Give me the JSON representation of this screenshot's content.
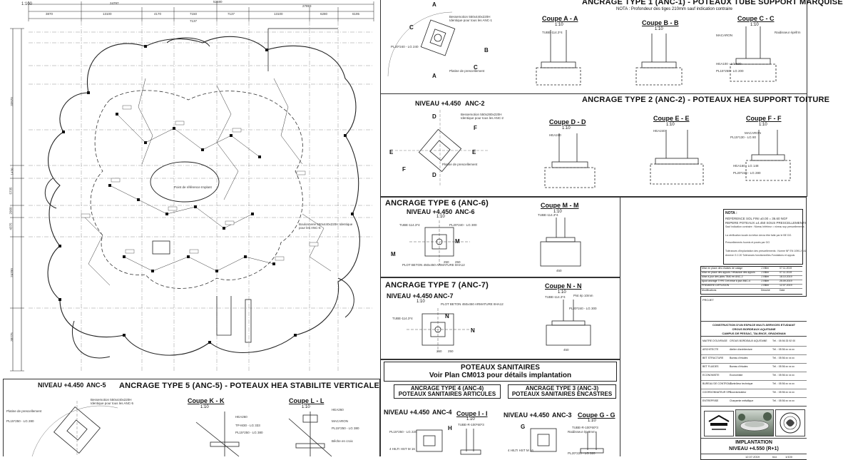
{
  "plan": {
    "scale": "1:100",
    "top_dims": [
      "24797",
      "52680",
      "27893"
    ],
    "row_dims": [
      "3870",
      "13100",
      "4170",
      "7150",
      "7137",
      "13100",
      "6280",
      "6195"
    ],
    "sub_dim": "7137",
    "left_dims": [
      "33970",
      "1430",
      "5735",
      "2960",
      "4375",
      "24700",
      "38775"
    ],
    "ref_note": "Point de référence Implant",
    "bolt_note": "Boulonnerie 550x440x220H Identique pour les ANC-5"
  },
  "anc1": {
    "title": "ANCRAGE TYPE 1 (ANC-1) - POTEAUX TUBE SUPPORT MARQUISE",
    "note": "NOTA : Profondeur des tiges 210mm sauf indication contraire",
    "cuts": [
      {
        "title": "Coupe A - A",
        "scale": "1:10"
      },
      {
        "title": "Coupe B - B",
        "scale": "1:10"
      },
      {
        "title": "Coupe C - C",
        "scale": "1:10"
      }
    ],
    "labels": [
      "TUBE-114.3*4",
      "PL20*240 - LG 240",
      "HEA100 - LG 500",
      "PL15*250 - LG 200",
      "Raidisseur épéfrm",
      "MACARON",
      "Platine de prescellement",
      "Bessemotion 550x440x220H Identique pour tous les ANC-1"
    ]
  },
  "anc2": {
    "title": "ANCRAGE TYPE 2 (ANC-2) - POTEAUX HEA SUPPORT TOITURE",
    "level": "NIVEAU +4.450",
    "code": "ANC-2",
    "cuts": [
      {
        "title": "Coupe D - D",
        "scale": "1:10"
      },
      {
        "title": "Coupe E - E",
        "scale": "1:10"
      },
      {
        "title": "Coupe F - F",
        "scale": "1:10"
      }
    ],
    "labels": [
      "HEA240",
      "HEA240",
      "MACARON",
      "PL15*130 - LG 80",
      "HEA160 - LG 148",
      "PL20*240 - LG 280",
      "Platine de prescellement",
      "Bessemotion 550x280x220H Identique pour tous les ANC-2"
    ]
  },
  "anc6": {
    "title": "ANCRAGE TYPE 6 (ANC-6)",
    "level": "NIVEAU +4.450",
    "code": "ANC-6",
    "scale": "1:10",
    "cut": {
      "title": "Coupe M - M",
      "scale": "1:10"
    },
    "labels": [
      "TUBE-114.3*4",
      "TUBE-114.3*4",
      "PL20*240 - LG 300",
      "PLOT BETON 450x450 ARMATURE 8HA12"
    ],
    "dims": [
      "250",
      "250",
      "450"
    ]
  },
  "anc7": {
    "title": "ANCRAGE TYPE 7 (ANC-7)",
    "level": "NIVEAU +4.450",
    "code": "ANC-7",
    "scale": "1:10",
    "cut": {
      "title": "Coupe N - N",
      "scale": "1:10"
    },
    "labels": [
      "TUBE-114.3*4",
      "TUBE-114.3*4",
      "Pist ép 10mm",
      "PL20*240 - LG 300",
      "PLOT BETON 450x450 ARMATURE 8HA12"
    ],
    "dims": [
      "250",
      "250",
      "450"
    ]
  },
  "sanitaires": {
    "title": "POTEAUX SANITAIRES",
    "subtitle": "Voir Plan CM013 pour détails implantation"
  },
  "anc4": {
    "title": "ANCRAGE TYPE 4 (ANC-4)",
    "subtitle": "POTEAUX SANITAIRES ARTICULES",
    "level": "NIVEAU +4.450",
    "code": "ANC-4",
    "cut": {
      "title": "Coupe I - I",
      "scale": "1:10"
    },
    "labels": [
      "TUBE-R-100*60*3",
      "PL15*250 - LG 220",
      "4 HILTI HST M 16"
    ]
  },
  "anc3": {
    "title": "ANCRAGE TYPE 3 (ANC-3)",
    "subtitle": "POTEAUX SANITAIRES ENCASTRES",
    "level": "NIVEAU +4.450",
    "code": "ANC-3",
    "cut": {
      "title": "Coupe G - G",
      "scale": "1:10"
    },
    "labels": [
      "TUBE-R-100*60*3",
      "Raidisseur ép 8mm",
      "4 HILTI HST M 16",
      "PL20*220 - LG 320"
    ]
  },
  "anc5": {
    "title": "ANCRAGE TYPE 5 (ANC-5) - POTEAUX HEA STABILITE VERTICALE",
    "level": "NIVEAU +4.450",
    "code": "ANC-5",
    "cuts": [
      {
        "title": "Coupe K - K",
        "scale": "1:10"
      },
      {
        "title": "Coupe L - L",
        "scale": "1:10"
      }
    ],
    "labels": [
      "Platine de prescellement",
      "PL15*250 - LG 280",
      "Bessemotion 550x440x220H Identique pour tous les ANC-5",
      "HEA260",
      "TP-M30 - LG 333",
      "PL15*250 - LG 380",
      "HEA260",
      "MACARON",
      "PL15*250 - LG 380",
      "Bêche en croix"
    ]
  },
  "notes": {
    "title": "NOTA :",
    "lines": [
      "RÉFÉRENCE SOL FINI ±0.00 = 36.60 NGF",
      "REPERE POTEAUX ±4.450 SOUS PRESCELLEMENTS",
      "Sauf indication contraire : Niveau Inférieur = niveau sup prescellements",
      "La vérification locale du béton devra être faite par le BE DO.",
      "Prescellements fournis et posés par GO",
      "Tolérances d'implantation des prescellements : Norme NF EN 1090-2+A1",
      "Annexe G 2.20 Tolérances fonctionnelles-Fondations et appuis"
    ]
  },
  "revisions": {
    "rows": [
      {
        "desc": "Mise en place des chaises de calage",
        "ind": "J.Villier",
        "date": "07.11.2019"
      },
      {
        "desc": "Mise en place des appuis / réhausse des appuis",
        "ind": "J.Villier",
        "date": "07.11.2019"
      },
      {
        "desc": "Mise à jour des plots TB40 en ANC-2",
        "ind": "J.Villier",
        "date": "18.10.2019"
      },
      {
        "desc": "Ajout ancrage TYPE 3 et mise à jour ANC-4",
        "ind": "J.Villier",
        "date": "25.09.2019"
      },
      {
        "desc": "PREMIERE DIFFUSION",
        "ind": "J.Villier",
        "date": "12.07.2019"
      },
      {
        "desc": "Modifications",
        "ind": "Dessiné",
        "date": "Date"
      }
    ]
  },
  "cartouche": {
    "project_ref": "PROJET",
    "project_lines": [
      "CONSTRUCTION D'UN ESPACE MULTI-SERVICES ETUDIANT",
      "CROUS BORDEAUX AQUITAINE",
      "CAMPUS DE PESSAC, TALENCE, GRADIGNAN"
    ],
    "parties": [
      {
        "role": "MAITRE D'OUVRAGE",
        "name": "CROUS BORDEAUX AQUITAINE",
        "tel": "Tél. : 05 56 33 92 00"
      },
      {
        "role": "ARCHITECTE",
        "name": "Atelier d'architecture",
        "tel": "Tél. : 05 56 xx xx xx"
      },
      {
        "role": "BET STRUCTURE",
        "name": "Bureau d'études",
        "tel": "Tél. : 05 56 xx xx xx"
      },
      {
        "role": "BET FLUIDES",
        "name": "Bureau d'études",
        "tel": "Tél. : 05 56 xx xx xx"
      },
      {
        "role": "ECONOMISTE",
        "name": "Economiste",
        "tel": "Tél. : 05 56 xx xx xx"
      },
      {
        "role": "BUREAU DE CONTROLE",
        "name": "Contrôleur technique",
        "tel": "Tél. : 05 56 xx xx xx"
      },
      {
        "role": "COORDONNATEUR SPS",
        "name": "Coordonnateur",
        "tel": "Tél. : 05 56 xx xx xx"
      },
      {
        "role": "ENTREPRISE",
        "name": "Charpente métallique",
        "tel": "Tél. : 05 56 xx xx xx"
      }
    ],
    "sheet_title": "IMPLANTATION",
    "sheet_subtitle": "NIVEAU +4.550 (R+1)",
    "footer_date": "12.07.2019",
    "footer_index": "Ind.",
    "footer_scale": "1/100"
  }
}
